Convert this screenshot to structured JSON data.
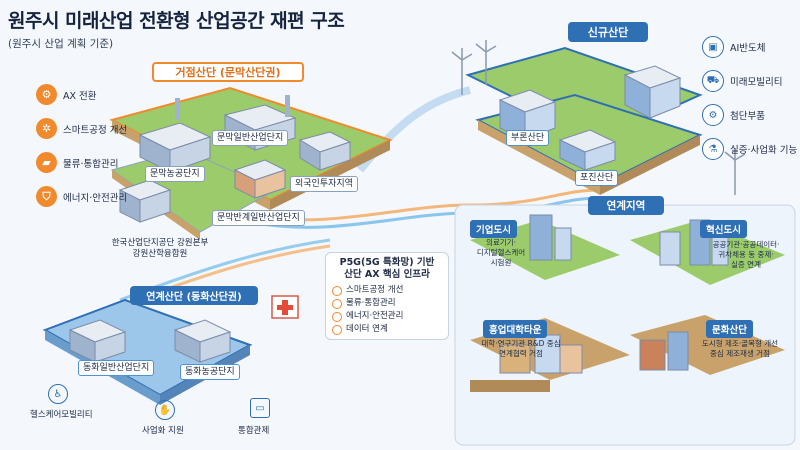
{
  "header": {
    "title": "원주시 미래산업 전환형 산업공간 재편 구조",
    "subtitle": "(원주시 산업 계획 기준)"
  },
  "left_panel": {
    "items": [
      {
        "label": "AX 전환",
        "icon": "ai-chip-icon"
      },
      {
        "label": "스마트공정 개선",
        "icon": "gear-icon"
      },
      {
        "label": "물류·통합관리",
        "icon": "truck-icon"
      },
      {
        "label": "에너지·안전관리",
        "icon": "shield-icon"
      }
    ]
  },
  "hub": {
    "title": "거점산단 (문막산단권)",
    "sites": [
      "문막일반산업단지",
      "문막농공단지",
      "외국인투자지역",
      "문막반계일반산업단지"
    ],
    "support_org": [
      "한국산업단지공단 강원본부",
      "강원산학융합원"
    ]
  },
  "new_complex": {
    "title": "신규산단",
    "sites": [
      "부론산단",
      "포진산단"
    ],
    "items": [
      {
        "label": "AI반도체",
        "icon": "ai-chip-icon"
      },
      {
        "label": "미래모빌리티",
        "icon": "car-icon"
      },
      {
        "label": "첨단부품",
        "icon": "gears-icon"
      },
      {
        "label": "실증·사업화 기능",
        "icon": "lab-icon"
      }
    ]
  },
  "infra": {
    "heading_line1": "P5G(5G 특화망) 기반",
    "heading_line2": "산단 AX 핵심 인프라",
    "items": [
      "스마트공정 개선",
      "물류·통합관리",
      "에너지·안전관리",
      "데이터 연계"
    ]
  },
  "linked_area": {
    "title": "연계지역",
    "zones": [
      {
        "name": "기업도시",
        "desc": [
          "의료기기·",
          "디지털헬스케어",
          "시험원"
        ]
      },
      {
        "name": "혁신도시",
        "desc": [
          "공공기관·공공데이터·",
          "귀차체용 동 중제·",
          "실증 연계"
        ]
      },
      {
        "name": "흥업대학타운",
        "desc": [
          "대학·연구기관 R&D 중심",
          "연계협력 거점"
        ]
      },
      {
        "name": "문화산단",
        "desc": [
          "도시형 제조·골목형 개선",
          "중심 제조재생 거점"
        ]
      }
    ]
  },
  "linked_complex": {
    "title": "연계산단 (동화산단권)",
    "sites": [
      "동화일반산업단지",
      "동화농공단지"
    ],
    "labels": [
      "헬스케어모빌리티",
      "사업화 지원",
      "통합관제"
    ]
  },
  "colors": {
    "orange": "#f08a2c",
    "blue": "#2f6fb4",
    "green": "#7bb661",
    "navy": "#15233f"
  }
}
